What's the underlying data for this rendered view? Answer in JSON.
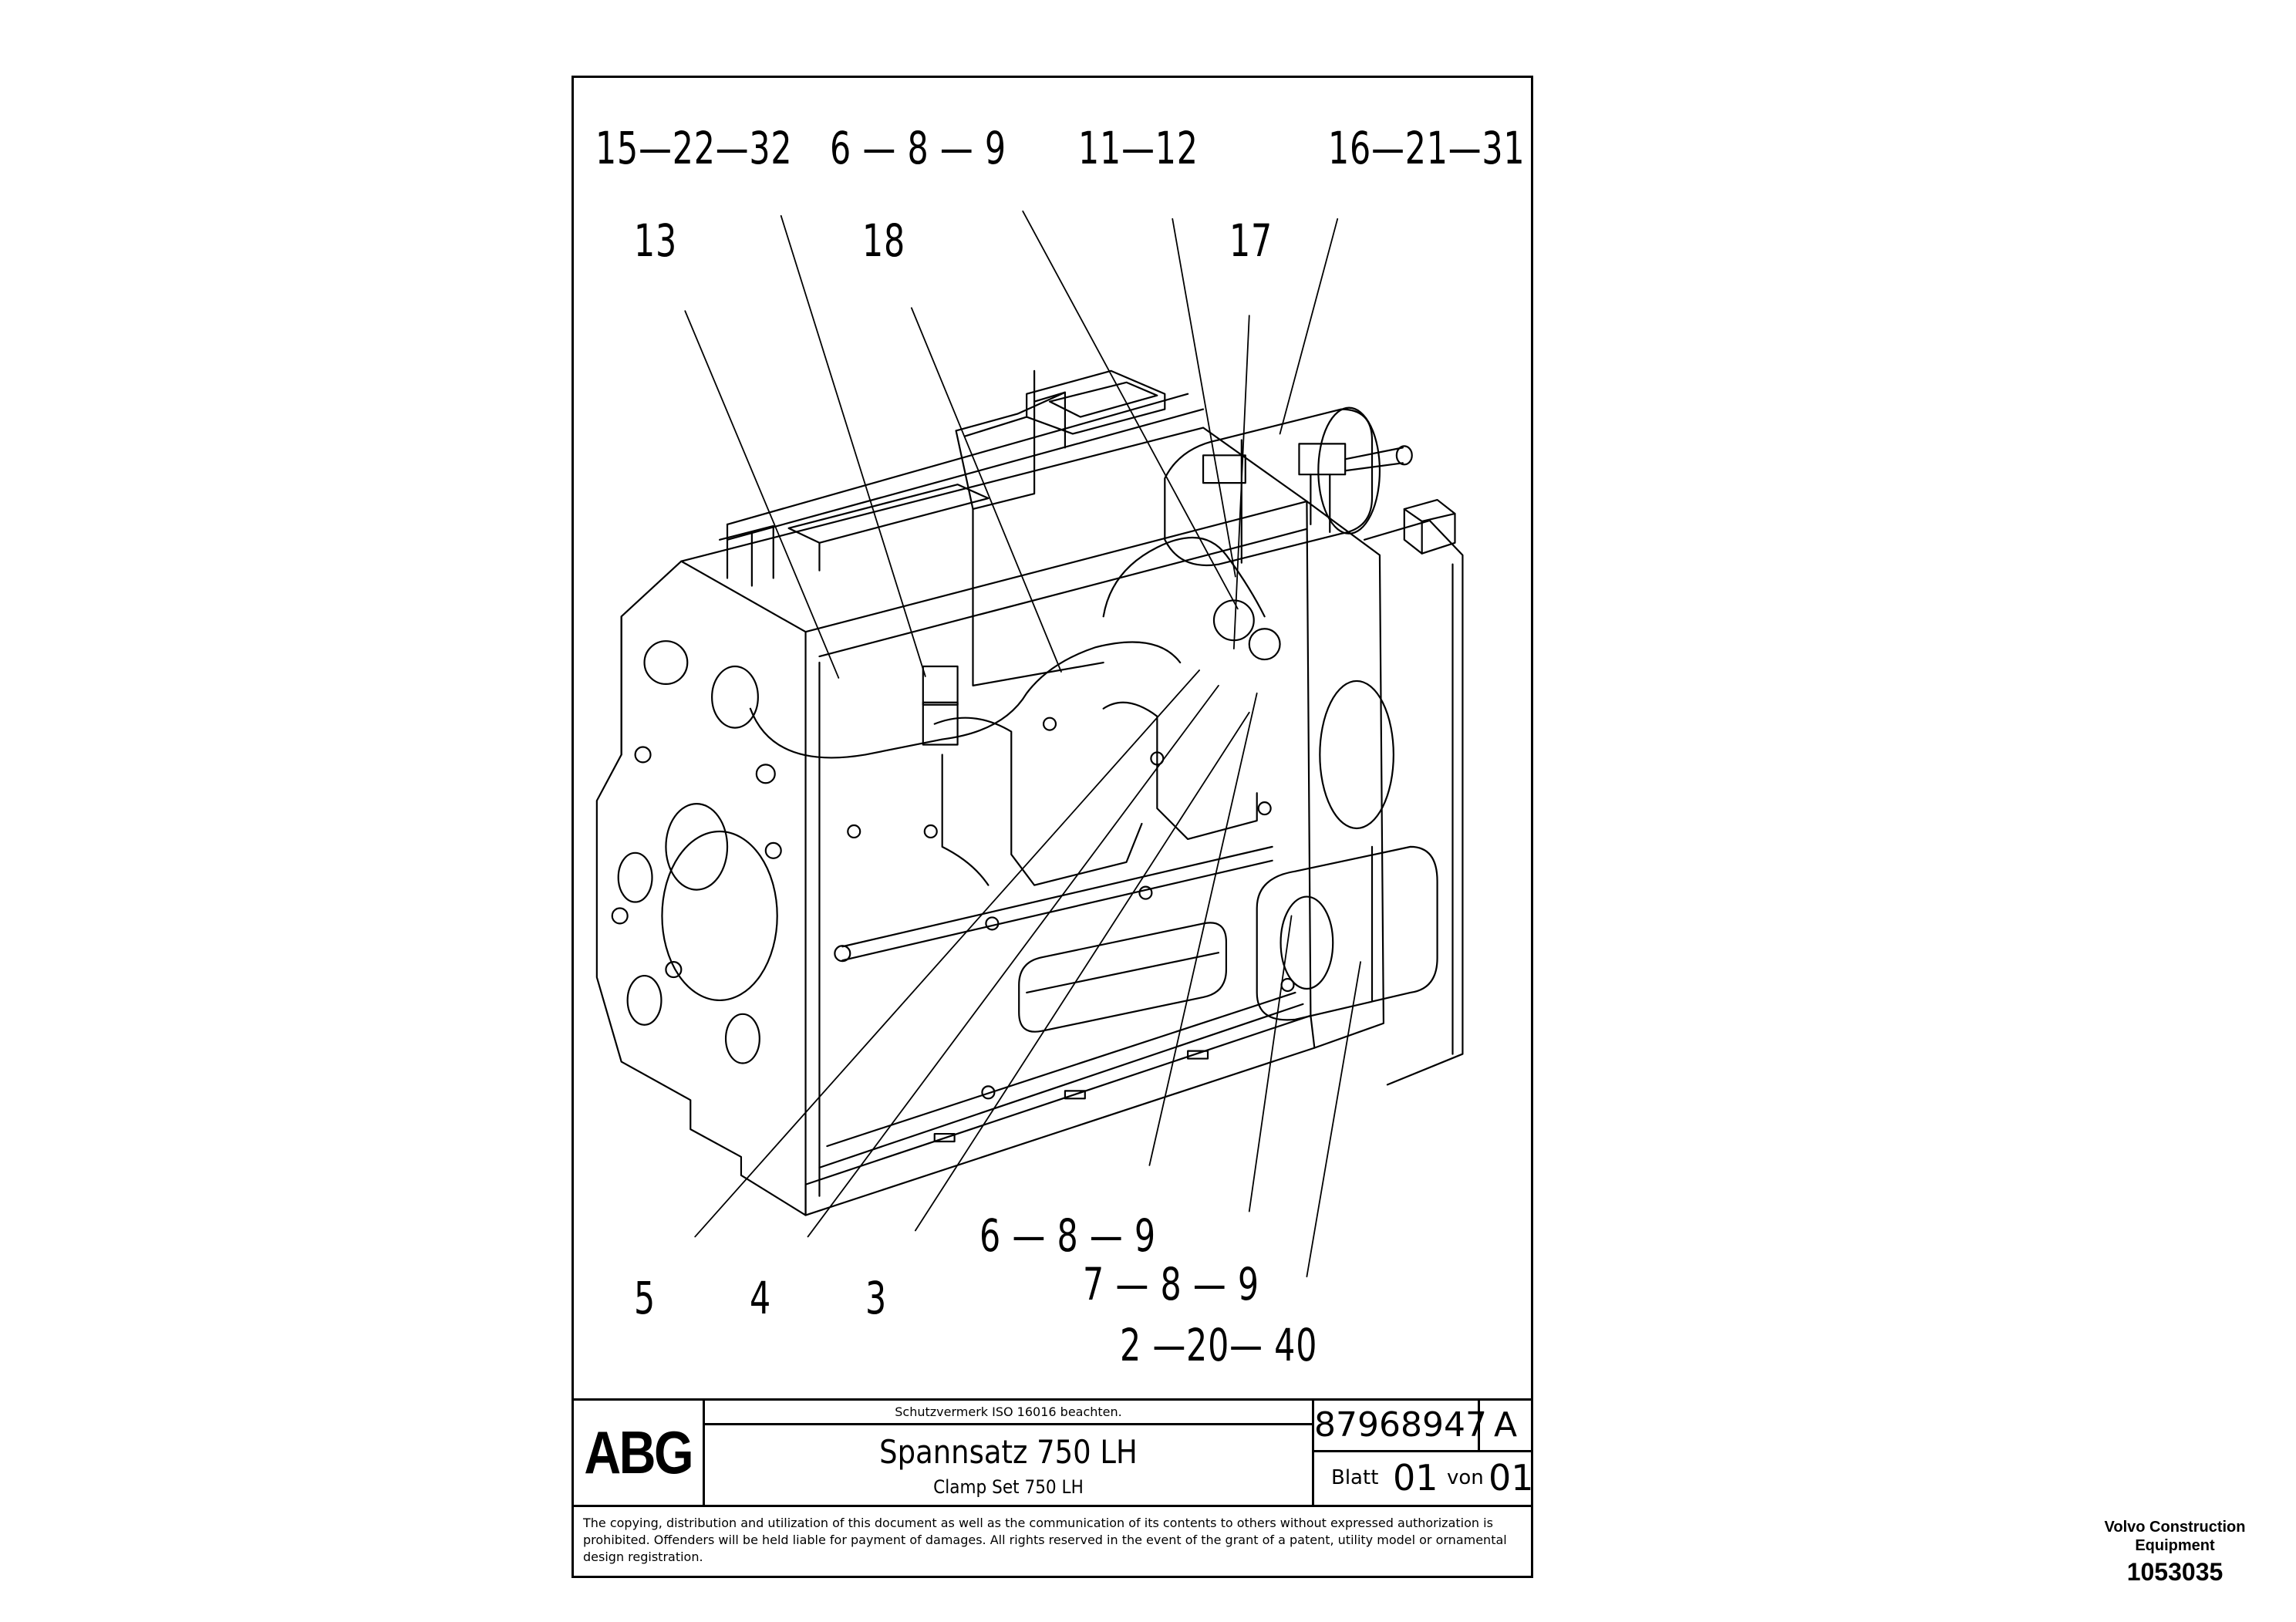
{
  "callouts_top": [
    "15—22—32",
    "6 — 8 — 9",
    "11—12",
    "16—21—31"
  ],
  "callouts_upper": [
    "13",
    "18",
    "17"
  ],
  "callouts_bottom": [
    "5",
    "4",
    "3",
    "6 — 8 — 9",
    "7 — 8 — 9",
    "2 —20— 40"
  ],
  "title_block": {
    "logo": "ABG",
    "protection_note": "Schutzvermerk ISO 16016 beachten.",
    "title": "Spannsatz 750 LH",
    "subtitle": "Clamp Set 750 LH",
    "drawing_number": "87968947",
    "revision": "A",
    "sheet_label": "Blatt",
    "sheet_number": "01",
    "of_label": "von",
    "sheet_total": "01",
    "copyright": "The copying, distribution and utilization of this document as well as the communication of its contents to others without expressed authorization is prohibited. Offenders will be held liable for payment of damages. All rights reserved in the event of the grant of a patent, utility model or ornamental design registration."
  },
  "stamp": {
    "company": "Volvo Construction Equipment",
    "number": "1053035"
  }
}
